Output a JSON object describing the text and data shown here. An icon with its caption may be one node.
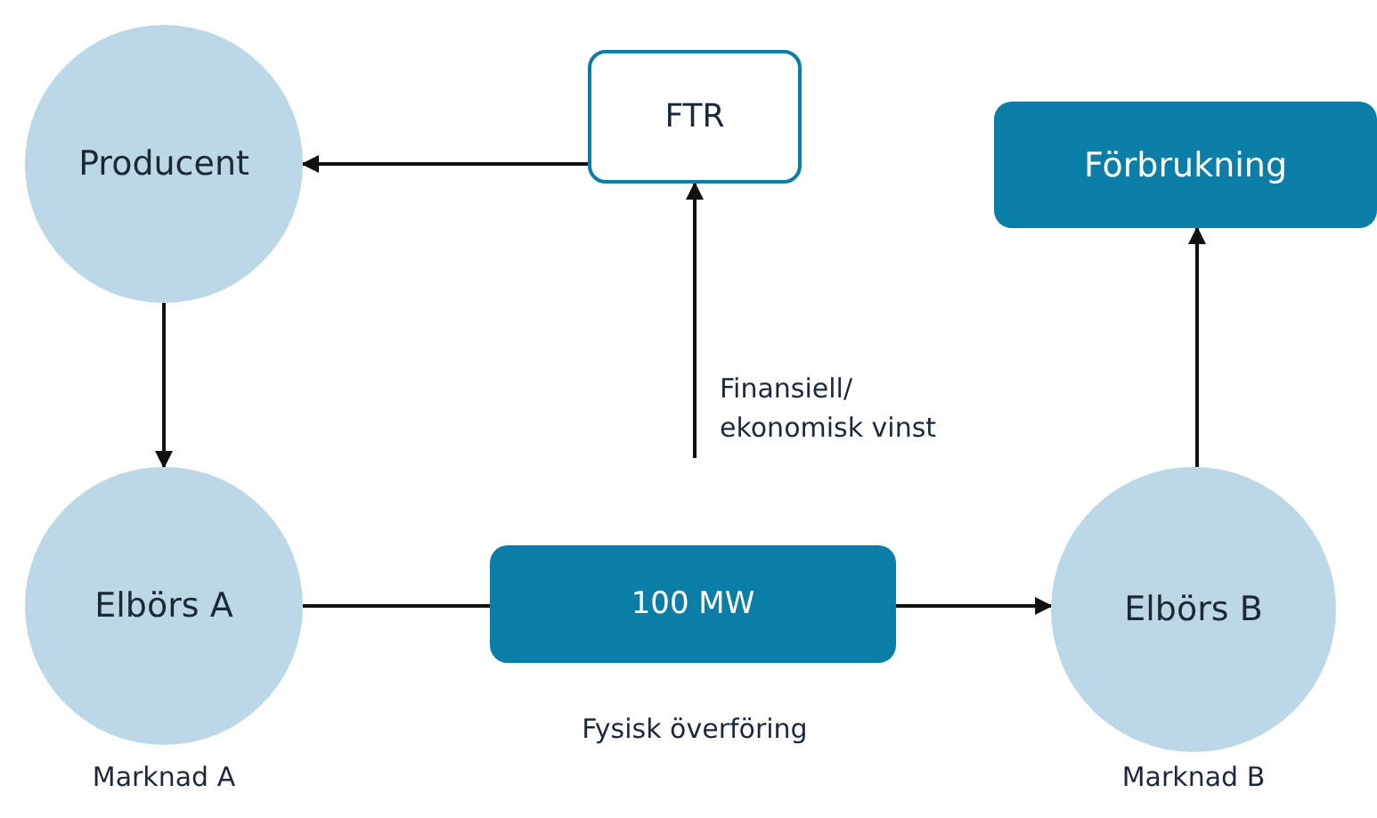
{
  "diagram": {
    "nodes": [
      {
        "text": [
          "Producent"
        ]
      },
      {
        "text": [
          "FTR"
        ]
      },
      {
        "text": [
          "Förbrukning"
        ]
      },
      {
        "text": [
          "Elbörs A"
        ],
        "beside": [
          "Marknad A"
        ]
      },
      {
        "text": [
          "100 MW"
        ],
        "beside": [
          "Fysisk överföring"
        ]
      },
      {
        "text": [
          "Elbörs B"
        ],
        "beside": [
          "Marknad B"
        ]
      }
    ],
    "edges": [
      {
        "from": 1,
        "to": 0,
        "arrow": "to"
      },
      {
        "from": 0,
        "to": 3,
        "arrow": "to"
      },
      {
        "from": 3,
        "to": 4,
        "arrow": "none"
      },
      {
        "from": 4,
        "to": 5,
        "arrow": "to"
      },
      {
        "from": 5,
        "to": 2,
        "arrow": "to"
      },
      {
        "from": null,
        "to": 1,
        "arrow": "to",
        "label": "Finansiell/ ekonomisk vinst"
      }
    ]
  }
}
